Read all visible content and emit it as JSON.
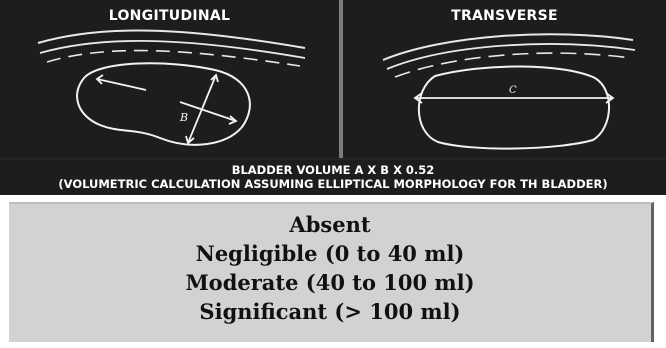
{
  "panels": {
    "longitudinal": {
      "title": "LONGITUDINAL",
      "label_b": "B"
    },
    "transverse": {
      "title": "TRANSVERSE",
      "label_c": "C"
    }
  },
  "caption": {
    "line1": "BLADDER VOLUME A X B X 0.52",
    "line2": "(VOLUMETRIC CALCULATION ASSUMING ELLIPTICAL MORPHOLOGY FOR TH BLADDER)"
  },
  "grades": [
    "Absent",
    "Negligible (0 to 40 ml)",
    "Moderate (40 to 100 ml)",
    "Significant (> 100 ml)"
  ]
}
